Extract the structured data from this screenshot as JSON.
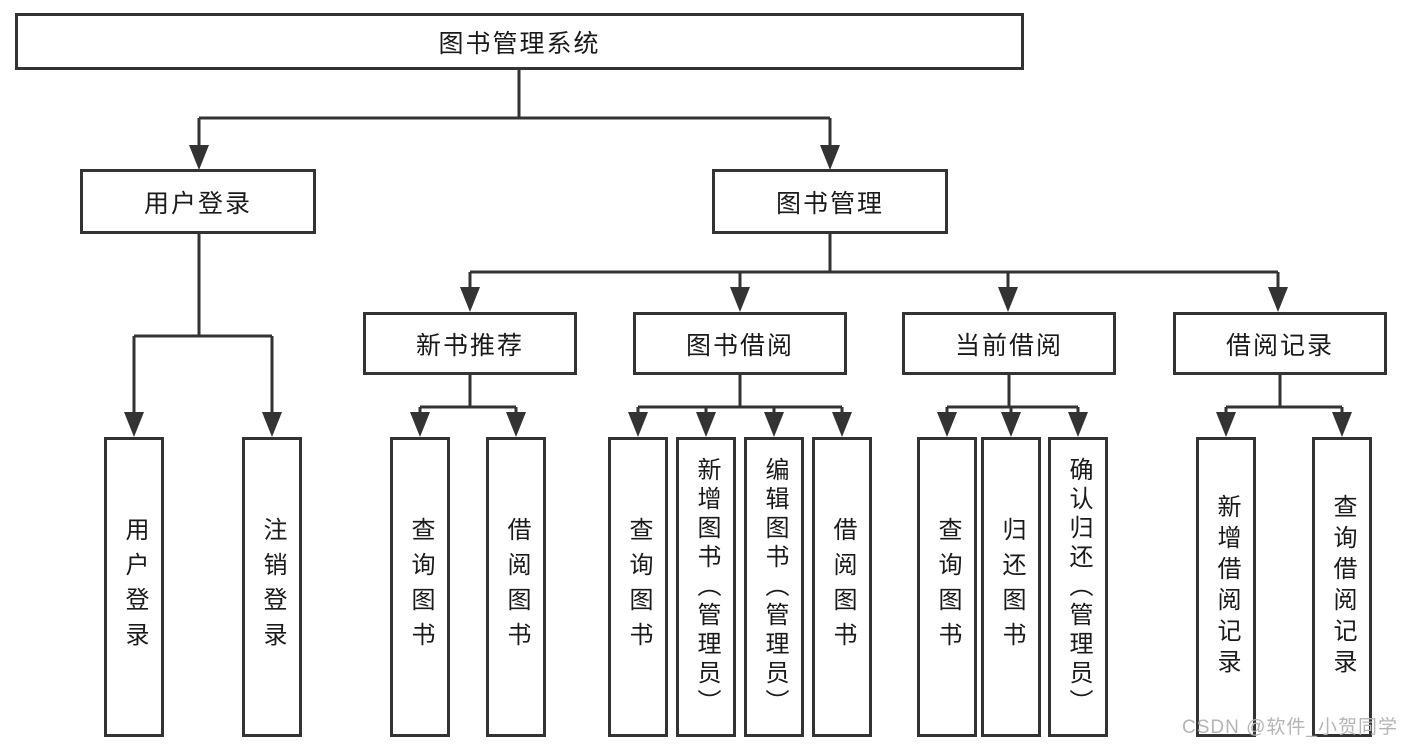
{
  "diagram": {
    "root": {
      "label": "图书管理系统"
    },
    "branches": [
      {
        "label": "用户登录",
        "children": [
          {
            "label": "用户登录"
          },
          {
            "label": "注销登录"
          }
        ]
      },
      {
        "label": "图书管理",
        "children": [
          {
            "label": "新书推荐",
            "children": [
              {
                "label": "查询图书"
              },
              {
                "label": "借阅图书"
              }
            ]
          },
          {
            "label": "图书借阅",
            "children": [
              {
                "label": "查询图书"
              },
              {
                "label": "新增图书（管理员）"
              },
              {
                "label": "编辑图书（管理员）"
              },
              {
                "label": "借阅图书"
              }
            ]
          },
          {
            "label": "当前借阅",
            "children": [
              {
                "label": "查询图书"
              },
              {
                "label": "归还图书"
              },
              {
                "label": "确认归还（管理员）"
              }
            ]
          },
          {
            "label": "借阅记录",
            "children": [
              {
                "label": "新增借阅记录"
              },
              {
                "label": "查询借阅记录"
              }
            ]
          }
        ]
      }
    ],
    "watermark": "CSDN @软件_小贺同学",
    "colors": {
      "line": "#333333",
      "box_border": "#333333",
      "text": "#1a1a1a",
      "watermark": "#b5b5b5",
      "background": "#ffffff"
    }
  }
}
